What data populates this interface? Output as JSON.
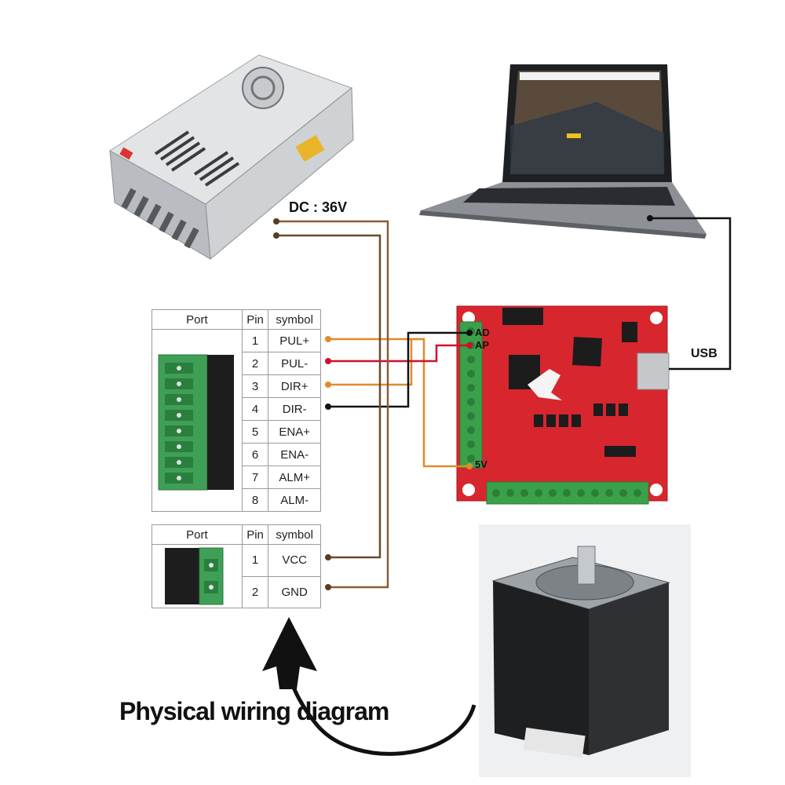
{
  "title": "Physical wiring diagram",
  "power": {
    "label": "DC : 36V"
  },
  "usb": {
    "label": "USB"
  },
  "board": {
    "terminal_ad": "AD",
    "terminal_ap": "AP",
    "terminal_5v": "5V"
  },
  "table1": {
    "headers": {
      "port": "Port",
      "pin": "Pin",
      "symbol": "symbol"
    },
    "rows": [
      {
        "pin": "1",
        "symbol": "PUL+"
      },
      {
        "pin": "2",
        "symbol": "PUL-"
      },
      {
        "pin": "3",
        "symbol": "DIR+"
      },
      {
        "pin": "4",
        "symbol": "DIR-"
      },
      {
        "pin": "5",
        "symbol": "ENA+"
      },
      {
        "pin": "6",
        "symbol": "ENA-"
      },
      {
        "pin": "7",
        "symbol": "ALM+"
      },
      {
        "pin": "8",
        "symbol": "ALM-"
      }
    ]
  },
  "table2": {
    "headers": {
      "port": "Port",
      "pin": "Pin",
      "symbol": "symbol"
    },
    "rows": [
      {
        "pin": "1",
        "symbol": "VCC"
      },
      {
        "pin": "2",
        "symbol": "GND"
      }
    ]
  },
  "colors": {
    "orange": "#e08a2c",
    "red": "#d0112b",
    "black": "#111111",
    "brown": "#7a5230",
    "board": "#d8262e",
    "terminal": "#3aa14a"
  }
}
